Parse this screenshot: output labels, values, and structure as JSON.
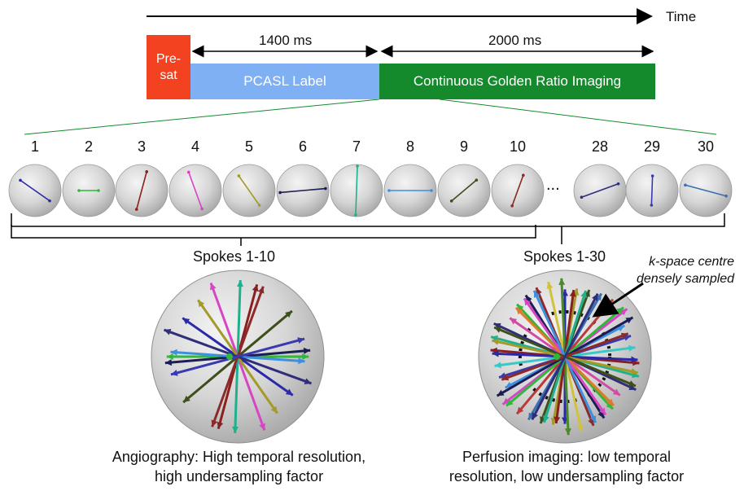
{
  "timeline": {
    "axis_label": "Time",
    "presat_line1": "Pre-",
    "presat_line2": "sat",
    "pcasl_label": "PCASL Label",
    "imaging_label": "Continuous Golden Ratio Imaging",
    "label_duration": "1400 ms",
    "imaging_duration": "2000 ms",
    "colors": {
      "presat": "#f2421f",
      "pcasl": "#7fb0f3",
      "imaging": "#158a2c"
    }
  },
  "spokes": {
    "numbers": [
      "1",
      "2",
      "3",
      "4",
      "5",
      "6",
      "7",
      "8",
      "9",
      "10",
      "28",
      "29",
      "30"
    ],
    "ellipsis": "...",
    "colors": [
      "#2a2aa8",
      "#2fb83a",
      "#8a1f1f",
      "#d646c4",
      "#a39a2a",
      "#1d1d55",
      "#1fb08c",
      "#3d8fe0",
      "#3d4f1a",
      "#8c2a2a",
      "#2e2e7a",
      "#3a3ab0",
      "#3a6fb0"
    ]
  },
  "groups": {
    "first": "Spokes 1-10",
    "all": "Spokes 1-30",
    "annotation_line1": "k-space centre",
    "annotation_line2": "densely sampled"
  },
  "captions": {
    "angiography_line1": "Angiography: High temporal resolution,",
    "angiography_line2": "high undersampling factor",
    "perfusion_line1": "Perfusion imaging: low temporal",
    "perfusion_line2": "resolution, low undersampling factor"
  }
}
